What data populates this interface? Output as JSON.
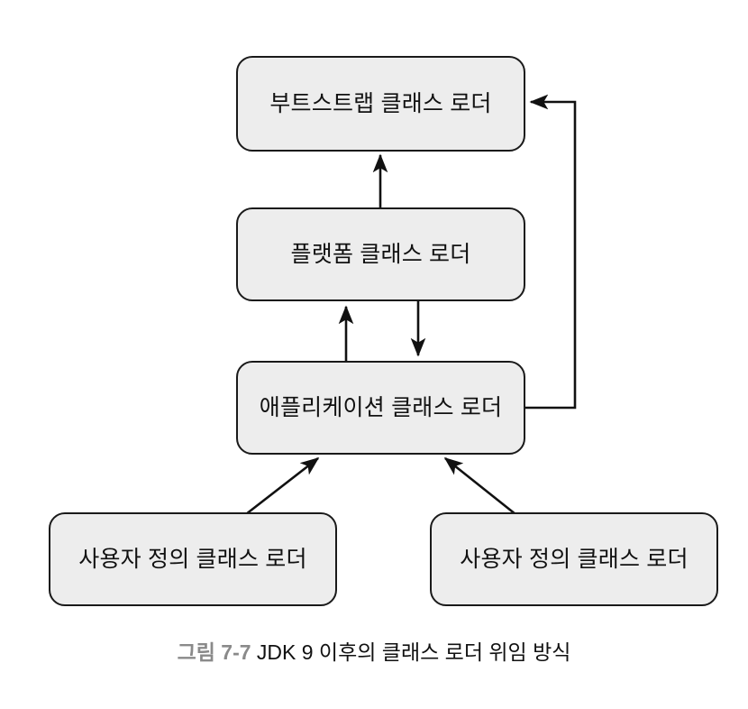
{
  "diagram": {
    "type": "flowchart",
    "title_caption": "그림 7-7 JDK 9 이후의 클래스 로더 위임 방식",
    "colors": {
      "node_fill": "#ededed",
      "node_stroke": "#1a1a1a",
      "arrow": "#111111",
      "caption_figure_number": "#8a8a8a",
      "caption_text": "#111111",
      "background": "#ffffff"
    },
    "nodes": [
      {
        "id": "bootstrap",
        "label": "부트스트랩 클래스 로더"
      },
      {
        "id": "platform",
        "label": "플랫폼 클래스 로더"
      },
      {
        "id": "application",
        "label": "애플리케이션 클래스 로더"
      },
      {
        "id": "user_left",
        "label": "사용자 정의 클래스 로더"
      },
      {
        "id": "user_right",
        "label": "사용자 정의 클래스 로더"
      }
    ],
    "edges": [
      {
        "id": "platform-to-bootstrap",
        "from": "platform",
        "to": "bootstrap",
        "direction": "up",
        "style": "straight"
      },
      {
        "id": "application-to-platform",
        "from": "application",
        "to": "platform",
        "direction": "up",
        "style": "straight"
      },
      {
        "id": "platform-to-application",
        "from": "platform",
        "to": "application",
        "direction": "down",
        "style": "straight"
      },
      {
        "id": "application-to-bootstrap",
        "from": "application",
        "to": "bootstrap",
        "direction": "right-up-left",
        "style": "orthogonal"
      },
      {
        "id": "user-left-to-application",
        "from": "user_left",
        "to": "application",
        "direction": "up-right",
        "style": "diagonal"
      },
      {
        "id": "user-right-to-application",
        "from": "user_right",
        "to": "application",
        "direction": "up-left",
        "style": "diagonal"
      }
    ]
  },
  "caption": {
    "figure_number": "그림 7-7",
    "text": "JDK 9 이후의 클래스 로더 위임 방식"
  }
}
